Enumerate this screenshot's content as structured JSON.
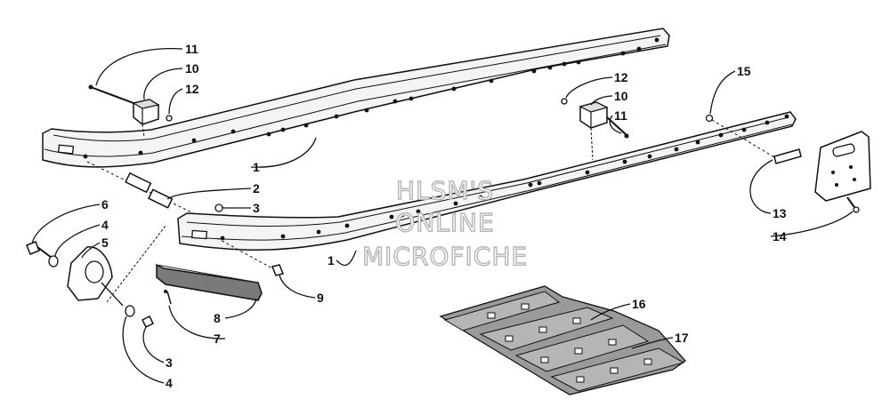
{
  "watermark": {
    "line1": "HLSM'S",
    "line2": "ONLINE",
    "line3": "MICROFICHE"
  },
  "callouts": [
    {
      "id": "c11a",
      "text": "11"
    },
    {
      "id": "c10a",
      "text": "10"
    },
    {
      "id": "c12a",
      "text": "12"
    },
    {
      "id": "c12b",
      "text": "12"
    },
    {
      "id": "c10b",
      "text": "10"
    },
    {
      "id": "c11b",
      "text": "11"
    },
    {
      "id": "c15",
      "text": "15"
    },
    {
      "id": "c1a",
      "text": "1"
    },
    {
      "id": "c2",
      "text": "2"
    },
    {
      "id": "c3a",
      "text": "3"
    },
    {
      "id": "c6",
      "text": "6"
    },
    {
      "id": "c4a",
      "text": "4"
    },
    {
      "id": "c5",
      "text": "5"
    },
    {
      "id": "c1b",
      "text": "1"
    },
    {
      "id": "c9",
      "text": "9"
    },
    {
      "id": "c8",
      "text": "8"
    },
    {
      "id": "c7",
      "text": "7"
    },
    {
      "id": "c3b",
      "text": "3"
    },
    {
      "id": "c4b",
      "text": "4"
    },
    {
      "id": "c13",
      "text": "13"
    },
    {
      "id": "c14",
      "text": "14"
    },
    {
      "id": "c16",
      "text": "16"
    },
    {
      "id": "c17",
      "text": "17"
    }
  ],
  "colors": {
    "ink": "#111111",
    "rail_fill": "#f4f4f4",
    "wear_strip": "#7a7a7a",
    "track": "#9a9a9a"
  }
}
